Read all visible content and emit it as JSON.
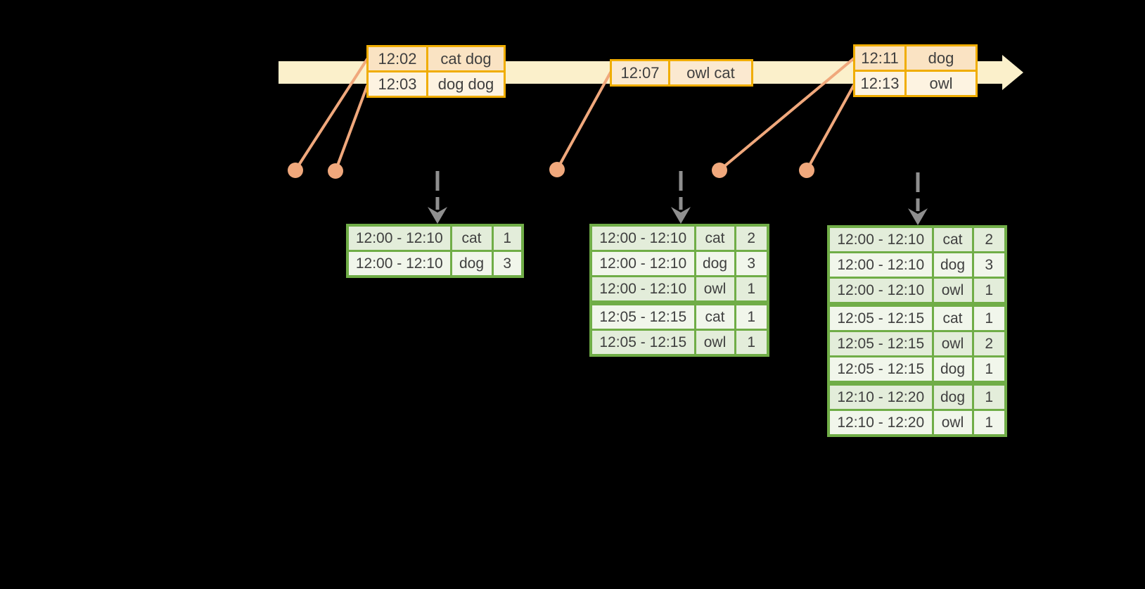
{
  "diagram": "windowed-word-count-streaming-timeline",
  "colors": {
    "background": "#000000",
    "timeline_band": "#FBF0CB",
    "event_table_border": "#F0AD00",
    "event_row_peach": "#FAE3C3",
    "event_row_cream": "#FDF3E1",
    "result_table_border": "#70AD47",
    "result_row_dark": "#E3EDDA",
    "result_row_light": "#F1F6EB",
    "connector_dot": "#F0A87C",
    "trigger_arrow": "#8F8F8F",
    "text": "#3F3F3F"
  },
  "icons": {
    "timeline_arrow": "right-arrow",
    "event_dot": "filled-circle",
    "trigger_arrow": "dashed-down-arrow"
  },
  "event_tables": [
    {
      "rows": [
        {
          "time": "12:02",
          "words": "cat dog"
        },
        {
          "time": "12:03",
          "words": "dog dog"
        }
      ]
    },
    {
      "rows": [
        {
          "time": "12:07",
          "words": "owl cat"
        }
      ]
    },
    {
      "rows": [
        {
          "time": "12:11",
          "words": "dog"
        },
        {
          "time": "12:13",
          "words": "owl"
        }
      ]
    }
  ],
  "result_tables": [
    {
      "rows": [
        {
          "window": "12:00 - 12:10",
          "word": "cat",
          "count": "1"
        },
        {
          "window": "12:00 - 12:10",
          "word": "dog",
          "count": "3"
        }
      ]
    },
    {
      "rows": [
        {
          "window": "12:00 - 12:10",
          "word": "cat",
          "count": "2"
        },
        {
          "window": "12:00 - 12:10",
          "word": "dog",
          "count": "3"
        },
        {
          "window": "12:00 - 12:10",
          "word": "owl",
          "count": "1"
        },
        {
          "window": "12:05 - 12:15",
          "word": "cat",
          "count": "1"
        },
        {
          "window": "12:05 - 12:15",
          "word": "owl",
          "count": "1"
        }
      ]
    },
    {
      "rows": [
        {
          "window": "12:00 - 12:10",
          "word": "cat",
          "count": "2"
        },
        {
          "window": "12:00 - 12:10",
          "word": "dog",
          "count": "3"
        },
        {
          "window": "12:00 - 12:10",
          "word": "owl",
          "count": "1"
        },
        {
          "window": "12:05 - 12:15",
          "word": "cat",
          "count": "1"
        },
        {
          "window": "12:05 - 12:15",
          "word": "owl",
          "count": "2"
        },
        {
          "window": "12:05 - 12:15",
          "word": "dog",
          "count": "1"
        },
        {
          "window": "12:10 - 12:20",
          "word": "dog",
          "count": "1"
        },
        {
          "window": "12:10 - 12:20",
          "word": "owl",
          "count": "1"
        }
      ]
    }
  ]
}
